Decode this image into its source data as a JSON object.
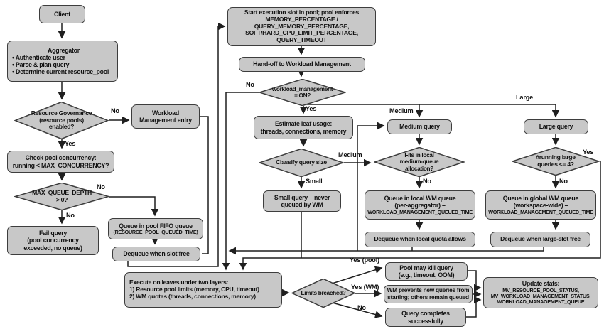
{
  "colors": {
    "background": "#ffffff",
    "node_fill": "#c8c8c8",
    "node_border": "#3d3d3d",
    "connector": "#1f1f1f",
    "text": "#111111"
  },
  "nodes": {
    "client": {
      "lines": [
        "Client"
      ]
    },
    "aggregator": {
      "lines": [
        "Aggregator",
        "• Authenticate user",
        "• Parse & plan query",
        "• Determine current resource_pool"
      ]
    },
    "rg_decision": {
      "lines": [
        "Resource Governance",
        "(resource pools)",
        "enabled?"
      ]
    },
    "wm_entry": {
      "lines": [
        "Workload",
        "Management entry"
      ]
    },
    "check_pool": {
      "lines": [
        "Check pool concurrency:",
        "running < MAX_CONCURRENCY?"
      ]
    },
    "maxq_decision": {
      "lines": [
        "MAX_QUEUE_DEPTH",
        "> 0?"
      ]
    },
    "fail_query": {
      "lines": [
        "Fail query",
        "(pool concurrency",
        "exceeded, no queue)"
      ]
    },
    "queue_fifo": {
      "lines": [
        "Queue in pool FIFO queue",
        "(RESOURCE_POOL_QUEUED_TIME)"
      ]
    },
    "dequeue_slot": {
      "lines": [
        "Dequeue when slot free"
      ]
    },
    "start_exec": {
      "lines": [
        "Start execution slot in pool; pool enforces",
        "MEMORY_PERCENTAGE /",
        "QUERY_MEMORY_PERCENTAGE,",
        "SOFT/HARD_CPU_LIMIT_PERCENTAGE,",
        "QUERY_TIMEOUT"
      ]
    },
    "handoff": {
      "lines": [
        "Hand-off to Workload Management"
      ]
    },
    "wmon_decision": {
      "lines": [
        "workload_management",
        "= ON?"
      ]
    },
    "estimate": {
      "lines": [
        "Estimate leaf usage:",
        "threads, connections, memory"
      ]
    },
    "classify_decision": {
      "lines": [
        "Classify query size"
      ]
    },
    "small_query": {
      "lines": [
        "Small query – never",
        "queued by WM"
      ]
    },
    "medium_query": {
      "lines": [
        "Medium query"
      ]
    },
    "large_query": {
      "lines": [
        "Large query"
      ]
    },
    "fits_decision": {
      "lines": [
        "Fits in local",
        "medium-queue",
        "allocation?"
      ]
    },
    "running_decision": {
      "lines": [
        "#running large",
        "queries <= 4?"
      ]
    },
    "queue_local": {
      "lines": [
        "Queue in local WM queue",
        "(per-aggregator) –",
        "WORKLOAD_MANAGEMENT_QUEUED_TIME"
      ]
    },
    "queue_global": {
      "lines": [
        "Queue in global WM queue",
        "(workspace-wide) –",
        "WORKLOAD_MANAGEMENT_QUEUED_TIME"
      ]
    },
    "dequeue_local": {
      "lines": [
        "Dequeue when local quota allows"
      ]
    },
    "dequeue_global": {
      "lines": [
        "Dequeue when large-slot free"
      ]
    },
    "execute": {
      "lines": [
        "Execute on leaves under two layers:",
        "1) Resource pool limits (memory, CPU, timeout)",
        "2) WM quotas (threads, connections, memory)"
      ]
    },
    "limits_decision": {
      "lines": [
        "Limits breached?"
      ]
    },
    "pool_kill": {
      "lines": [
        "Pool may kill query",
        "(e.g., timeout, OOM)"
      ]
    },
    "wm_prevents": {
      "lines": [
        "WM prevents new queries from",
        "starting; others remain queued"
      ]
    },
    "completes": {
      "lines": [
        "Query completes",
        "successfully"
      ]
    },
    "update_stats": {
      "lines": [
        "Update stats:",
        "MV_RESOURCE_POOL_STATUS,",
        "MV_WORKLOAD_MANAGEMENT_STATUS,",
        "WORKLOAD_MANAGEMENT_QUEUE"
      ]
    }
  },
  "edge_labels": {
    "rg_no": "No",
    "rg_yes": "Yes",
    "maxq_right_no": "No",
    "maxq_down_no": "No",
    "wmon_no": "No",
    "wmon_yes": "Yes",
    "branch_medium": "Medium",
    "branch_large": "Large",
    "classify_medium": "Medium",
    "classify_small": "Small",
    "fits_no": "No",
    "running_no": "No",
    "running_yes": "Yes",
    "limits_yes_pool": "Yes (pool)",
    "limits_yes_wm": "Yes (WM)",
    "limits_no": "No"
  }
}
